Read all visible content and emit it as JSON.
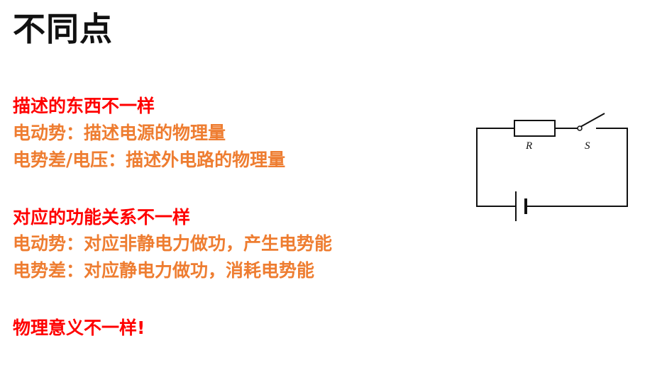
{
  "title": "不同点",
  "sections": [
    {
      "heading": "描述的东西不一样",
      "lines": [
        "电动势：描述电源的物理量",
        "电势差/电压：描述外电路的物理量"
      ]
    },
    {
      "heading": "对应的功能关系不一样",
      "lines": [
        "电动势：对应非静电力做功，产生电势能",
        "电势差：对应静电力做功，消耗电势能"
      ]
    }
  ],
  "conclusion": "物理意义不一样!",
  "circuit": {
    "resistor_label": "R",
    "switch_label": "S"
  },
  "colors": {
    "heading": "#ff0000",
    "body": "#ee7d31",
    "title": "#111111"
  }
}
